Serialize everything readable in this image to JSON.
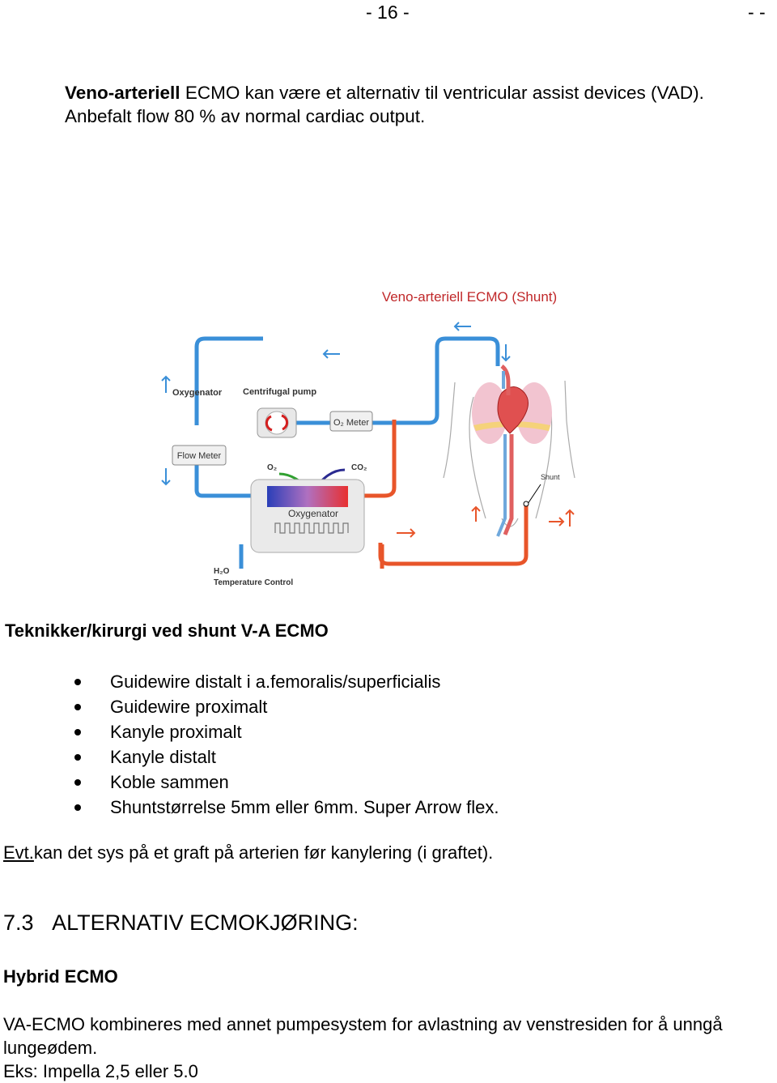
{
  "header": {
    "page_number": "- 16 -",
    "right_marker": "- -"
  },
  "intro": {
    "bold_lead": "Veno-arteriell",
    "text": " ECMO kan være et alternativ til ventricular assist devices (VAD). Anbefalt flow 80 % av normal cardiac output."
  },
  "diagram": {
    "title": "Veno-arteriell ECMO (Shunt)",
    "labels": {
      "oxygenator_top": "Oxygenator",
      "centrifugal_pump": "Centrifugal pump",
      "o2_meter": "O₂ Meter",
      "flow_meter": "Flow Meter",
      "o2": "O₂",
      "co2": "CO₂",
      "shunt": "Shunt",
      "oxygenator": "Oxygenator",
      "h2o": "H₂O",
      "temperature_control": "Temperature Control"
    },
    "colors": {
      "venous": "#3a8fd8",
      "arterial": "#e8552a",
      "title": "#c0282a"
    }
  },
  "section": {
    "title": "Teknikker/kirurgi ved shunt V-A ECMO",
    "bullets": [
      "Guidewire distalt i a.femoralis/superficialis",
      "Guidewire proximalt",
      "Kanyle proximalt",
      "Kanyle distalt",
      "Koble sammen",
      "Shuntstørrelse 5mm eller 6mm. Super Arrow flex."
    ]
  },
  "evt": {
    "underlined": "Evt.",
    "text": "kan det sys på et graft på arterien før kanylering (i graftet)."
  },
  "heading": {
    "number": "7.3",
    "text": "ALTERNATIV ECMOKJØRING:"
  },
  "hybrid": {
    "title": "Hybrid ECMO"
  },
  "paragraph": {
    "line1": "VA-ECMO kombineres med annet pumpesystem for avlastning av venstresiden for å unngå lungeødem.",
    "line2": "Eks: Impella 2,5 eller 5.0"
  }
}
